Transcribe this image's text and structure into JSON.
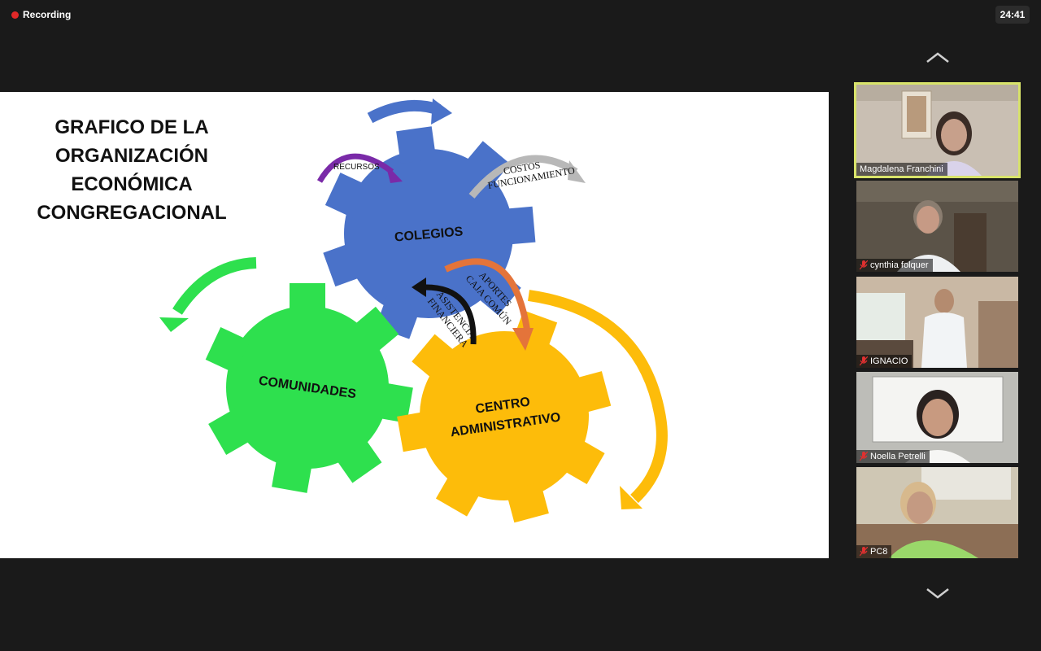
{
  "recording": {
    "label": "Recording"
  },
  "timer": "24:41",
  "slide": {
    "title_lines": [
      "GRAFICO DE LA",
      "ORGANIZACIÓN",
      "ECONÓMICA",
      "CONGREGACIONAL"
    ],
    "gears": {
      "colegios": "COLEGIOS",
      "comunidades": "COMUNIDADES",
      "centro_line1": "CENTRO",
      "centro_line2": "ADMINISTRATIVO"
    },
    "arrows": {
      "recursos": "RECURSOS",
      "costos_line1": "COSTOS",
      "costos_line2": "FUNCIONAMIENTO",
      "aportes_line1": "APORTES",
      "aportes_line2": "CAJA COMÚN",
      "asistencia_line1": "ASISTENCIA",
      "asistencia_line2": "FINANCIERA"
    },
    "colors": {
      "colegios": "#4a72c9",
      "comunidades": "#2ee04e",
      "centro": "#fdbc0a",
      "recursos": "#7a2aa8",
      "costos": "#b8b8b8",
      "aportes": "#e4743a",
      "asistencia": "#111111"
    }
  },
  "participants": [
    {
      "name": "Magdalena Franchini",
      "muted": false,
      "active": true
    },
    {
      "name": "cynthia folquer",
      "muted": true,
      "active": false
    },
    {
      "name": "IGNACIO",
      "muted": true,
      "active": false
    },
    {
      "name": "Noella Petrelli",
      "muted": true,
      "active": false
    },
    {
      "name": "PC8",
      "muted": true,
      "active": false
    }
  ],
  "nav": {
    "up_icon": "chevron-up-icon",
    "down_icon": "chevron-down-icon"
  }
}
